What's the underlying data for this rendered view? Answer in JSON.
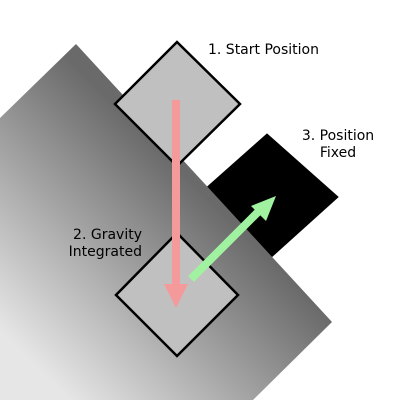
{
  "diagram": {
    "labels": {
      "start": "1. Start Position",
      "gravity_line1": "2. Gravity",
      "gravity_line2": "Integrated",
      "fixed_line1": "3. Position",
      "fixed_line2": "Fixed"
    },
    "colors": {
      "background": "#ffffff",
      "wall_light": "#e6e6e6",
      "wall_dark": "#6a6a6a",
      "box_fill": "#c0c0c0",
      "box_outline": "#000000",
      "fixed_box_fill": "#000000",
      "gravity_arrow": "#f59a9a",
      "correction_arrow": "#a0f2a0"
    }
  }
}
